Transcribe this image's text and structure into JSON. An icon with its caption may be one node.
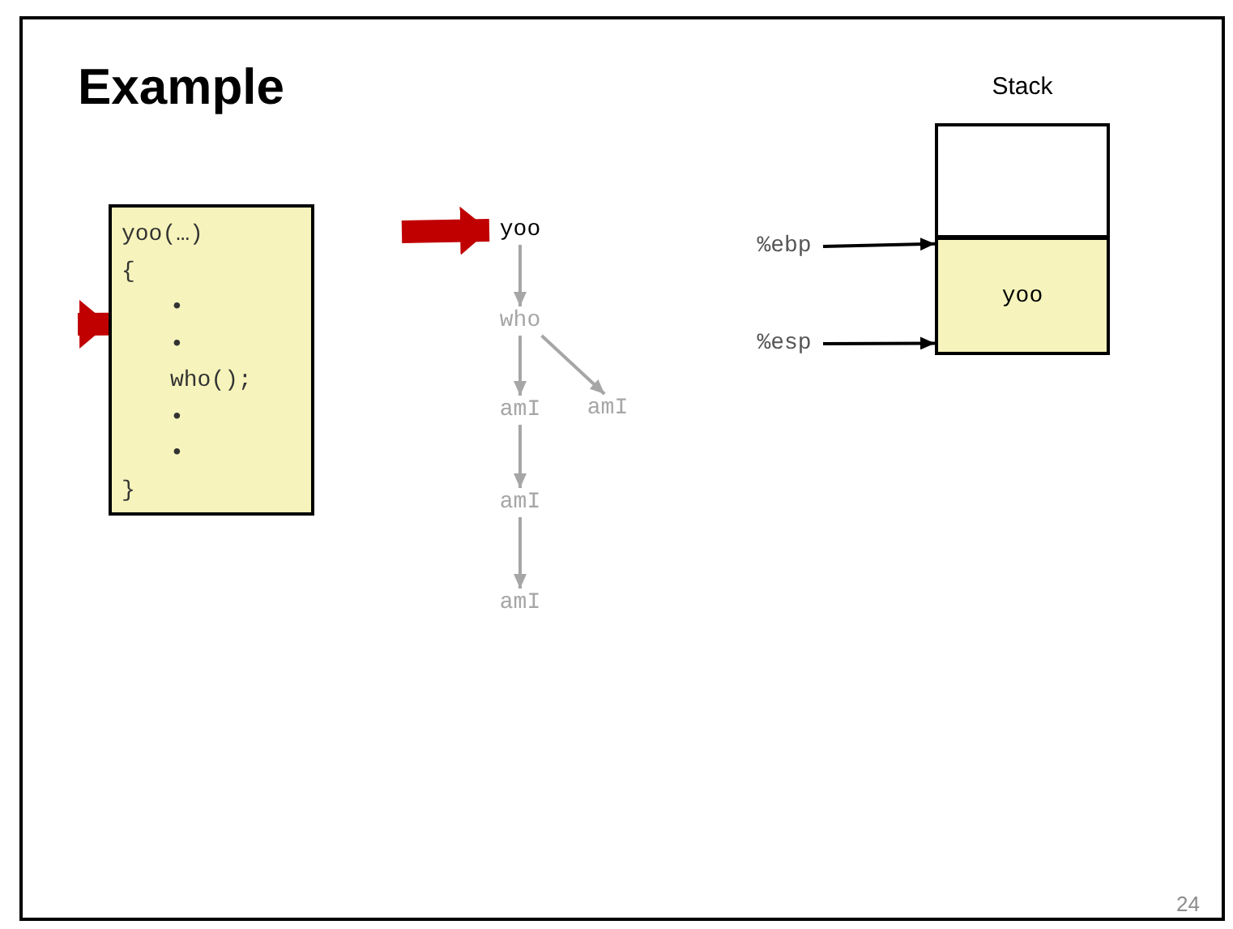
{
  "diagram": {
    "title": "Example",
    "nodes": [
      {
        "text": [
          "yoo(…)",
          "{",
          "•",
          "•",
          "who();",
          "•",
          "•",
          "}"
        ]
      },
      {
        "text": [
          "yoo"
        ]
      },
      {
        "text": [
          "who"
        ]
      },
      {
        "text": [
          "amI"
        ]
      },
      {
        "text": [
          "amI"
        ]
      },
      {
        "text": [
          "amI"
        ]
      },
      {
        "text": [
          "amI"
        ]
      },
      {
        "text": [
          "Stack"
        ]
      },
      {
        "text": [],
        "shape": "box",
        "in": 7
      },
      {
        "text": [
          "yoo"
        ],
        "in": 7
      },
      {
        "text": [
          "%ebp"
        ]
      },
      {
        "text": [
          "%esp"
        ]
      }
    ],
    "edges": [
      {
        "from": null,
        "to": 0,
        "arrow": "to",
        "style": "thick",
        "color": "#c00000"
      },
      {
        "from": null,
        "to": 1,
        "arrow": "to",
        "style": "thick",
        "color": "#c00000"
      },
      {
        "from": 1,
        "to": 2,
        "arrow": "to",
        "color": "#a6a6a6"
      },
      {
        "from": 2,
        "to": 3,
        "arrow": "to",
        "color": "#a6a6a6"
      },
      {
        "from": 2,
        "to": 4,
        "arrow": "to",
        "color": "#a6a6a6"
      },
      {
        "from": 3,
        "to": 5,
        "arrow": "to",
        "color": "#a6a6a6"
      },
      {
        "from": 5,
        "to": 6,
        "arrow": "to",
        "color": "#a6a6a6"
      },
      {
        "from": 10,
        "to": 9,
        "arrow": "to",
        "color": "#000000"
      },
      {
        "from": 11,
        "to": 9,
        "arrow": "to",
        "color": "#000000"
      }
    ],
    "labels": [
      "24"
    ]
  }
}
